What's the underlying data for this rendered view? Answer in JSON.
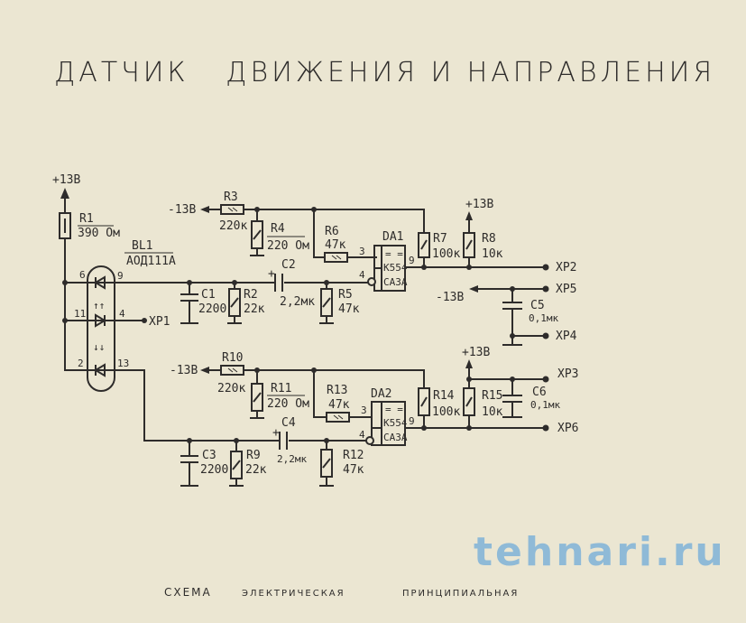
{
  "title": "ДАТЧИК   ДВИЖЕНИЯ И НАПРАВЛЕНИЯ",
  "caption": {
    "part1": "СХЕМА",
    "part2": "ЭЛЕКТРИЧЕСКАЯ",
    "part3": "ПРИНЦИПИАЛЬНАЯ"
  },
  "watermark": "tehnari.ru",
  "supply": {
    "plus": "+13В",
    "minus": "-13В"
  },
  "components": {
    "R1": {
      "ref": "R1",
      "value": "390 Ом"
    },
    "BL1": {
      "ref": "BL1",
      "value": "АОД111А",
      "pins": [
        "6",
        "9",
        "11",
        "4",
        "2",
        "13"
      ]
    },
    "R2": {
      "ref": "R2",
      "value": "22к"
    },
    "C1": {
      "ref": "C1",
      "value": "2200"
    },
    "C2": {
      "ref": "C2",
      "value": "2,2мк"
    },
    "R3": {
      "ref": "R3",
      "value": "220к"
    },
    "R4": {
      "ref": "R4",
      "value": "220 Ом"
    },
    "R5": {
      "ref": "R5",
      "value": "47к"
    },
    "R6": {
      "ref": "R6",
      "value": "47к"
    },
    "R7": {
      "ref": "R7",
      "value": "100к"
    },
    "R8": {
      "ref": "R8",
      "value": "10к"
    },
    "C5": {
      "ref": "C5",
      "value": "0,1мк"
    },
    "DA1": {
      "ref": "DA1",
      "type1": "К554",
      "type2": "СА3А",
      "pin_in_plus": "3",
      "pin_in_minus": "4",
      "pin_out": "9"
    },
    "C3": {
      "ref": "C3",
      "value": "2200"
    },
    "R9": {
      "ref": "R9",
      "value": "22к"
    },
    "C4": {
      "ref": "C4",
      "value": "2,2мк"
    },
    "R10": {
      "ref": "R10",
      "value": "220к"
    },
    "R11": {
      "ref": "R11",
      "value": "220 Ом"
    },
    "R12": {
      "ref": "R12",
      "value": "47к"
    },
    "R13": {
      "ref": "R13",
      "value": "47к"
    },
    "R14": {
      "ref": "R14",
      "value": "100к"
    },
    "R15": {
      "ref": "R15",
      "value": "10к"
    },
    "C6": {
      "ref": "C6",
      "value": "0,1мк"
    },
    "DA2": {
      "ref": "DA2",
      "type1": "К554",
      "type2": "СА3А",
      "pin_in_plus": "3",
      "pin_in_minus": "4",
      "pin_out": "9"
    }
  },
  "connectors": {
    "XP1": "XP1",
    "XP2": "XP2",
    "XP3": "XP3",
    "XP4": "XP4",
    "XP5": "XP5",
    "XP6": "XP6"
  },
  "colors": {
    "paper": "#ebe6d2",
    "ink": "#2e2c2b",
    "watermark": "#7fb3d9"
  }
}
